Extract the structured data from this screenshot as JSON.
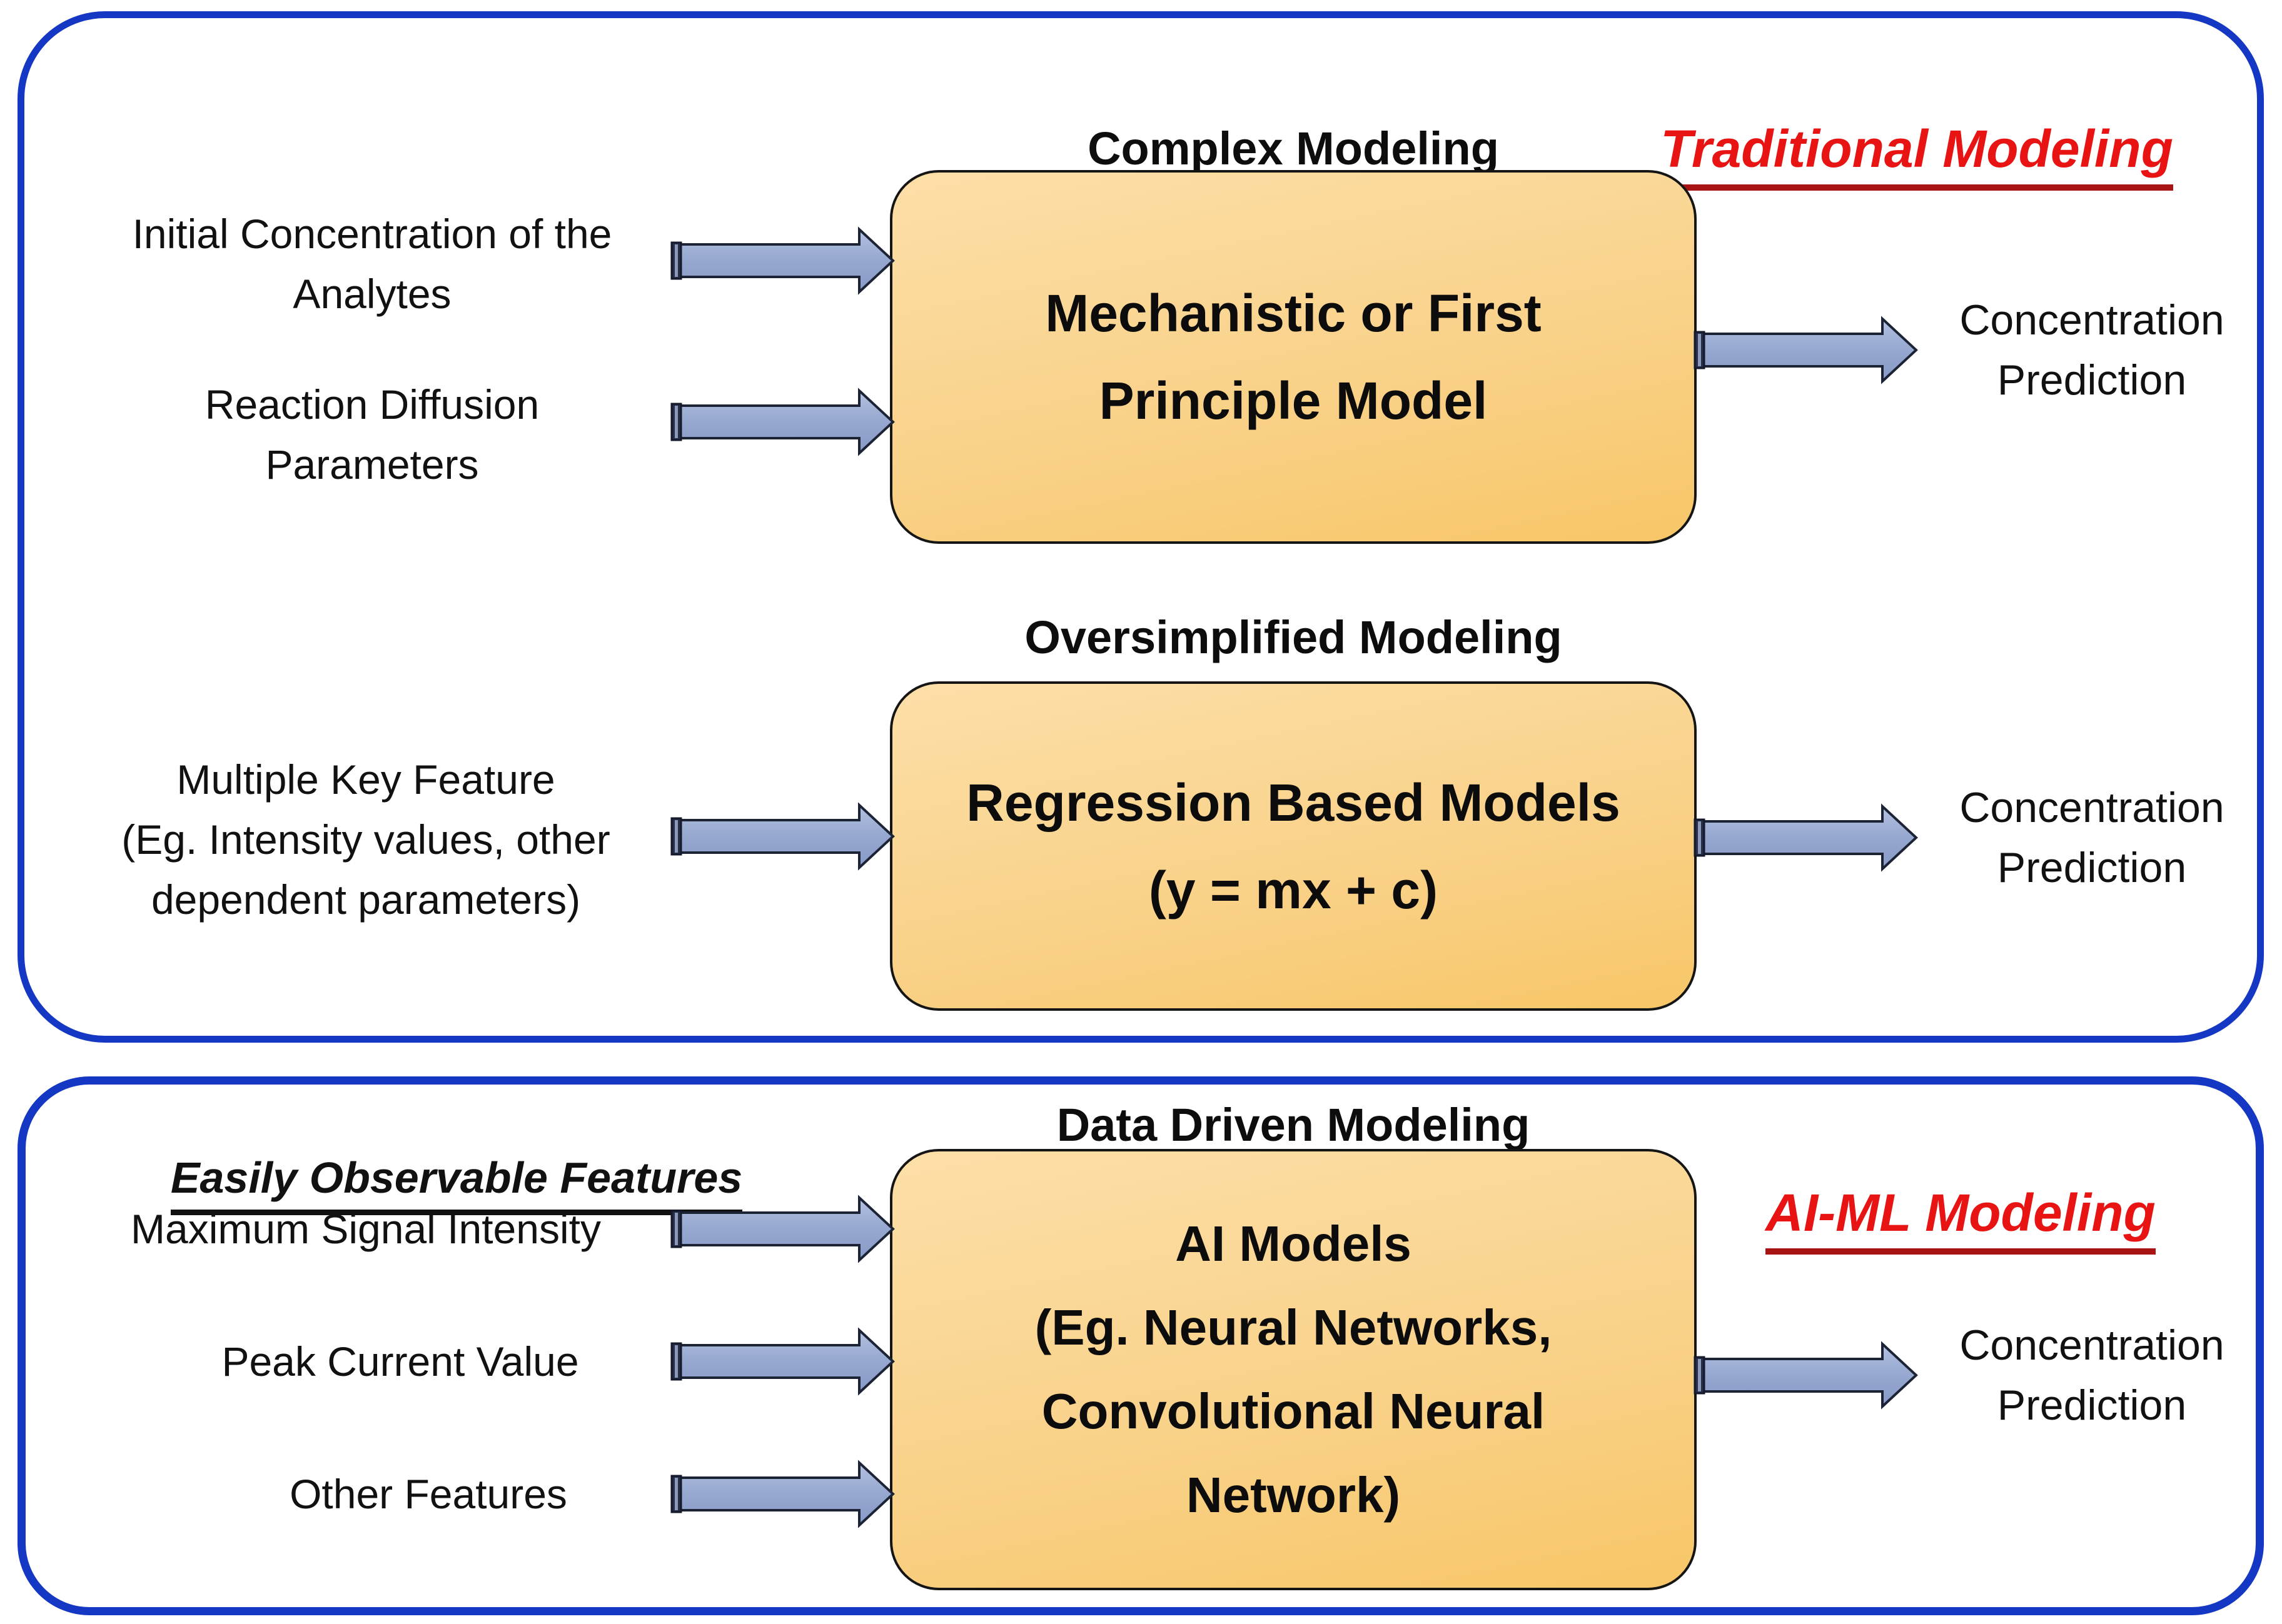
{
  "colors": {
    "panel_border_blue": "#1437C4",
    "accent_red": "#E81414",
    "red_underline": "#A81414",
    "box_fill_top": "#FCDFA8",
    "box_fill_bottom": "#F7C667",
    "box_border": "#151515",
    "arrow_fill": "#96A8D0",
    "arrow_border": "#1C2335",
    "text": "#111111"
  },
  "traditional": {
    "title": "Traditional Modeling",
    "complex": {
      "heading": "Complex Modeling",
      "box_label": "Mechanistic or First\nPrinciple Model",
      "inputs": [
        "Initial Concentration of the\nAnalytes",
        "Reaction Diffusion\nParameters"
      ],
      "output": "Concentration\nPrediction"
    },
    "oversimplified": {
      "heading": "Oversimplified Modeling",
      "box_label": "Regression Based Models\n(y = mx + c)",
      "input": "Multiple Key Feature\n(Eg. Intensity values, other\ndependent parameters)",
      "output": "Concentration\nPrediction"
    }
  },
  "aiml": {
    "title": "AI-ML Modeling",
    "features_heading": "Easily Observable Features",
    "data_driven": {
      "heading": "Data Driven Modeling",
      "box_label": "AI Models\n(Eg. Neural Networks,\nConvolutional Neural\nNetwork)",
      "inputs": [
        "Maximum Signal Intensity",
        "Peak Current Value",
        "Other Features"
      ],
      "output": "Concentration\nPrediction"
    }
  }
}
